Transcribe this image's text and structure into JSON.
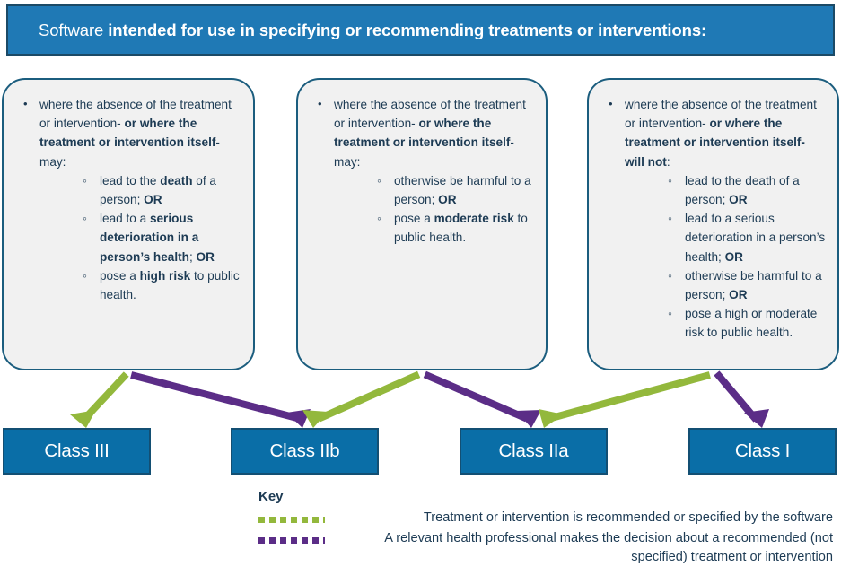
{
  "header": {
    "lead": "Software ",
    "emphasis": "intended for use in specifying or recommending treatments or interventions:"
  },
  "colors": {
    "header_blue": "#1f79b5",
    "header_border": "#1b4a66",
    "card_fill": "#f1f1f1",
    "card_border": "#1b5d7e",
    "class_box_blue": "#0a6ea7",
    "class_box_border": "#134f73",
    "text_navy": "#1d3b54",
    "legend_green": "#93b83c",
    "legend_purple": "#5b2d87"
  },
  "cards": [
    {
      "lead_pre": "where the absence of the treatment or intervention- ",
      "lead_bold": "or where the treatment or intervention itself",
      "lead_post": "- may:",
      "sub_items": [
        {
          "pre": "lead to the ",
          "bold": "death",
          "post": " of a person; ",
          "bold2": "OR",
          "post2": ""
        },
        {
          "pre": "lead to a ",
          "bold": "serious deterioration in a person’s health",
          "post": "; ",
          "bold2": "OR",
          "post2": ""
        },
        {
          "pre": "pose a ",
          "bold": "high risk",
          "post": " to public health.",
          "bold2": "",
          "post2": ""
        }
      ]
    },
    {
      "lead_pre": "where the absence of the treatment or intervention- ",
      "lead_bold": "or where the treatment or intervention itself",
      "lead_post": "- may:",
      "sub_items": [
        {
          "pre": "otherwise be harmful to a person; ",
          "bold": "OR",
          "post": "",
          "bold2": "",
          "post2": ""
        },
        {
          "pre": "pose a ",
          "bold": "moderate risk",
          "post": " to public health.",
          "bold2": "",
          "post2": ""
        }
      ]
    },
    {
      "lead_pre": "where the absence of the treatment or intervention- ",
      "lead_bold": "or where the treatment or intervention itself- will not",
      "lead_post": ":",
      "sub_items": [
        {
          "pre": "lead to the death of a person; ",
          "bold": "OR",
          "post": "",
          "bold2": "",
          "post2": ""
        },
        {
          "pre": "lead to a serious deterioration in a person’s health; ",
          "bold": "OR",
          "post": "",
          "bold2": "",
          "post2": ""
        },
        {
          "pre": "otherwise be harmful to a person; ",
          "bold": "OR",
          "post": "",
          "bold2": "",
          "post2": ""
        },
        {
          "pre": "pose a high or moderate risk to public health.",
          "bold": "",
          "post": "",
          "bold2": "",
          "post2": ""
        }
      ]
    }
  ],
  "classes": [
    {
      "label": "Class III"
    },
    {
      "label": "Class IIb"
    },
    {
      "label": "Class IIa"
    },
    {
      "label": "Class I"
    }
  ],
  "key": {
    "title": "Key",
    "entries": [
      {
        "color": "green",
        "label": "Treatment or intervention is recommended or specified by the software"
      },
      {
        "color": "purple",
        "label": "A relevant health professional makes the decision about a recommended (not specified) treatment or intervention"
      }
    ]
  },
  "arrows": [
    {
      "color": "green",
      "from_card": 0,
      "to_class": 0
    },
    {
      "color": "purple",
      "from_card": 0,
      "to_class": 1
    },
    {
      "color": "green",
      "from_card": 1,
      "to_class": 1
    },
    {
      "color": "purple",
      "from_card": 1,
      "to_class": 2
    },
    {
      "color": "green",
      "from_card": 2,
      "to_class": 2
    },
    {
      "color": "purple",
      "from_card": 2,
      "to_class": 3
    }
  ]
}
